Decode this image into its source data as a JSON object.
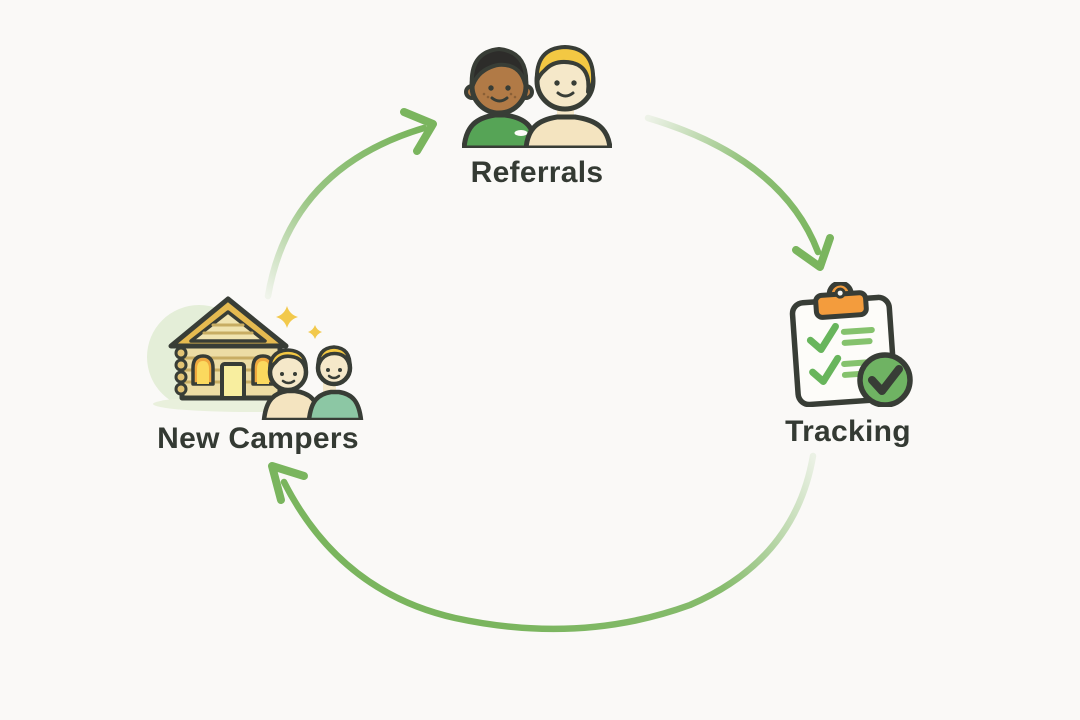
{
  "diagram": {
    "type": "cycle",
    "nodes": [
      {
        "id": "referrals",
        "label": "Referrals",
        "icon": "two-people-icon"
      },
      {
        "id": "tracking",
        "label": "Tracking",
        "icon": "clipboard-checklist-icon"
      },
      {
        "id": "new-campers",
        "label": "New Campers",
        "icon": "cabin-with-kids-icon"
      }
    ],
    "edges": [
      {
        "from": "new-campers",
        "to": "referrals"
      },
      {
        "from": "referrals",
        "to": "tracking"
      },
      {
        "from": "tracking",
        "to": "new-campers"
      }
    ],
    "colors": {
      "background": "#faf9f7",
      "label_text": "#343a33",
      "arrow_green": "#7ab55e",
      "outline": "#383d36",
      "paper_white": "#fdfcf9",
      "accent_orange": "#f39c3d",
      "badge_green": "#6fb363",
      "check_green": "#68b55c",
      "line_green": "#85c26d",
      "skin_dark": "#b17a46",
      "skin_light": "#f5e8c9",
      "hair_dark": "#2d2c2a",
      "hair_blonde": "#f3c843",
      "shirt_green": "#56a456",
      "shirt_cream": "#f4e4c0",
      "shirt_teal": "#8cc7a4",
      "cabin_roof": "#e5ba50",
      "cabin_gable": "#f0e3af",
      "cabin_wall": "#ecdca4",
      "cabin_lines": "#c8ad63",
      "cabin_logend": "#e2c374",
      "door_yellow": "#f8ee9f",
      "window_frame": "#f0a93e",
      "window_glow": "#fbd95e",
      "sparkle_yellow": "#f2c94c",
      "blob_green": "#e4eed8",
      "ground_green": "#e9f0dc"
    }
  }
}
